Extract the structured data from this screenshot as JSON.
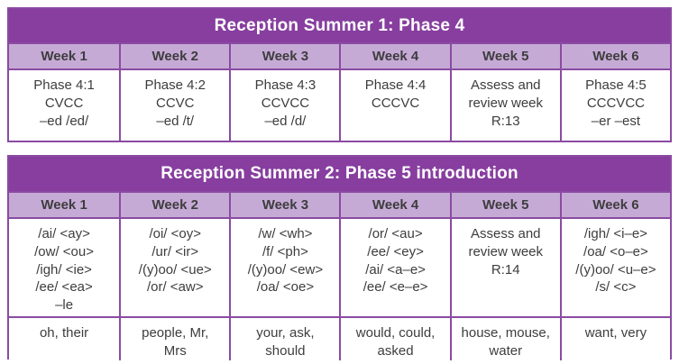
{
  "colors": {
    "header_purple": "#873e9f",
    "light_purple": "#c6aad6",
    "border_purple": "#8a4ba2",
    "text": "#3d3d3d",
    "title_text": "#ffffff"
  },
  "table1": {
    "title": "Reception Summer 1: Phase 4",
    "week_headers": [
      "Week 1",
      "Week 2",
      "Week 3",
      "Week 4",
      "Week 5",
      "Week 6"
    ],
    "cells": [
      "Phase 4:1\nCVCC\n–ed /ed/",
      "Phase 4:2\nCCVC\n–ed /t/",
      "Phase 4:3\nCCVCC\n–ed /d/",
      "Phase 4:4\nCCCVC",
      "Assess and\nreview week\nR:13",
      "Phase 4:5\nCCCVCC\n–er –est"
    ]
  },
  "table2": {
    "title": "Reception Summer 2: Phase 5 introduction",
    "week_headers": [
      "Week 1",
      "Week 2",
      "Week 3",
      "Week 4",
      "Week 5",
      "Week 6"
    ],
    "gpc_cells": [
      "/ai/ <ay>\n/ow/ <ou>\n/igh/ <ie>\n/ee/ <ea>\n–le",
      "/oi/ <oy>\n/ur/ <ir>\n/(y)oo/ <ue>\n/or/ <aw>",
      "/w/ <wh>\n/f/ <ph>\n/(y)oo/ <ew>\n/oa/ <oe>",
      "/or/ <au>\n/ee/ <ey>\n/ai/ <a–e>\n/ee/ <e–e>",
      "Assess and\nreview week\nR:14",
      "/igh/ <i–e>\n/oa/ <o–e>\n/(y)oo/ <u–e>\n/s/ <c>"
    ],
    "word_cells": [
      "oh, their",
      "people, Mr,\nMrs",
      "your, ask,\nshould",
      "would, could,\nasked",
      "house, mouse,\nwater",
      "want, very"
    ]
  }
}
